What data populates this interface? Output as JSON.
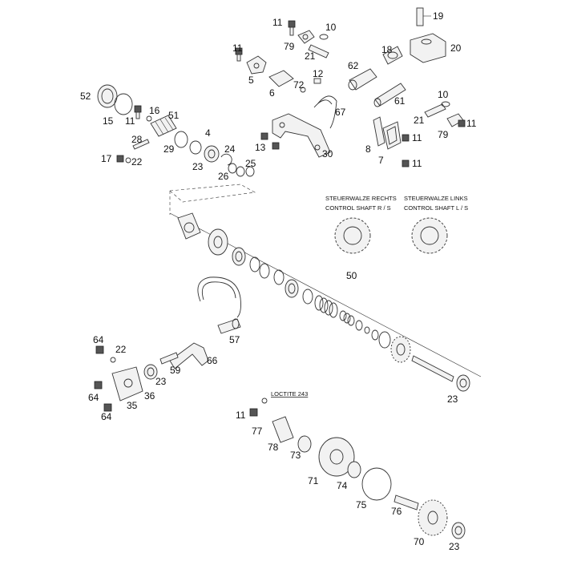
{
  "labels": {
    "l11a": "11",
    "l10a": "10",
    "l19": "19",
    "l79a": "79",
    "l21a": "21",
    "l20": "20",
    "l11b": "11",
    "l18": "18",
    "l5": "5",
    "l62": "62",
    "l72": "72",
    "l12": "12",
    "l6": "6",
    "l61": "61",
    "l10b": "10",
    "l52": "52",
    "l16": "16",
    "l51": "51",
    "l67": "67",
    "l21b": "21",
    "l11c": "11",
    "l15": "15",
    "l11d": "11",
    "l79b": "79",
    "l4": "4",
    "l29": "29",
    "l28": "28",
    "l11e": "11",
    "l13": "13",
    "l8": "8",
    "l24": "24",
    "l17": "17",
    "l22a": "22",
    "l23a": "23",
    "l26": "26",
    "l25": "25",
    "l30": "30",
    "l7": "7",
    "l11f": "11",
    "l50": "50",
    "l57": "57",
    "l64a": "64",
    "l22b": "22",
    "l66": "66",
    "l59": "59",
    "l23b": "23",
    "l36": "36",
    "l64b": "64",
    "l35": "35",
    "l64c": "64",
    "l23c": "23",
    "l11g": "11",
    "l77": "77",
    "l78": "78",
    "l73": "73",
    "l71": "71",
    "l74": "74",
    "l75": "75",
    "l76": "76",
    "l70": "70",
    "l23d": "23"
  },
  "captions": {
    "shaft_rs_de": "STEUERWALZE RECHTS",
    "shaft_rs_en": "CONTROL SHAFT R / S",
    "shaft_ls_de": "STEUERWALZE LINKS",
    "shaft_ls_en": "CONTROL SHAFT L / S",
    "loctite": "LOCTITE 243"
  }
}
